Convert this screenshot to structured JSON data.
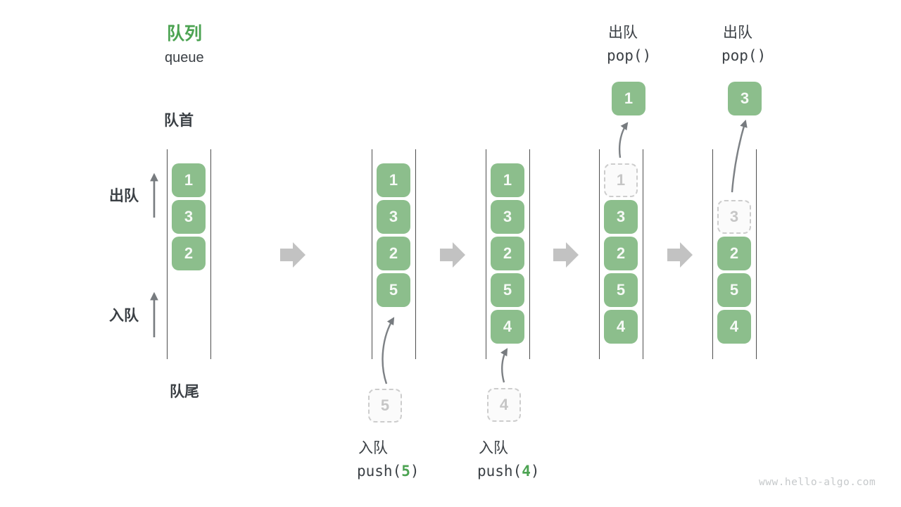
{
  "title": {
    "zh": "队列",
    "en": "queue"
  },
  "side_labels": {
    "front": "队首",
    "rear": "队尾",
    "dequeue": "出队",
    "enqueue": "入队"
  },
  "ops": {
    "pop1": {
      "zh": "出队",
      "code": "pop()"
    },
    "pop2": {
      "zh": "出队",
      "code": "pop()"
    },
    "push5": {
      "zh": "入队",
      "pre": "push(",
      "arg": "5",
      "post": ")"
    },
    "push4": {
      "zh": "入队",
      "pre": "push(",
      "arg": "4",
      "post": ")"
    }
  },
  "queues": [
    {
      "cells": [
        {
          "v": "1"
        },
        {
          "v": "3"
        },
        {
          "v": "2"
        }
      ]
    },
    {
      "cells": [
        {
          "v": "1"
        },
        {
          "v": "3"
        },
        {
          "v": "2"
        },
        {
          "v": "5"
        }
      ],
      "incoming": "5"
    },
    {
      "cells": [
        {
          "v": "1"
        },
        {
          "v": "3"
        },
        {
          "v": "2"
        },
        {
          "v": "5"
        },
        {
          "v": "4"
        }
      ],
      "incoming": "4"
    },
    {
      "cells": [
        {
          "v": "1",
          "ghost": true
        },
        {
          "v": "3"
        },
        {
          "v": "2"
        },
        {
          "v": "5"
        },
        {
          "v": "4"
        }
      ],
      "popped": "1"
    },
    {
      "cells": [
        {
          "v": "3",
          "ghost": true
        },
        {
          "v": "2"
        },
        {
          "v": "5"
        },
        {
          "v": "4"
        }
      ],
      "popped": "3"
    }
  ],
  "watermark": "www.hello-algo.com",
  "colors": {
    "accent_green": "#4CA352",
    "box_green": "#8CBE8C",
    "text_dark": "#3B4045",
    "arrow_gray": "#777b7f",
    "block_arrow_gray": "#c2c2c2",
    "ghost_gray": "#CDCDCD"
  }
}
